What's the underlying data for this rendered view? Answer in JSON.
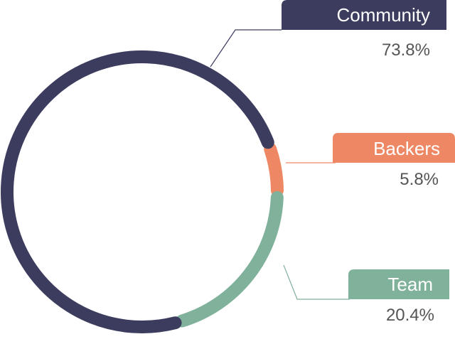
{
  "chart_data": {
    "type": "pie",
    "donut": true,
    "series": [
      {
        "name": "Community",
        "value": 73.8,
        "value_label": "73.8%",
        "color": "#3c3c5f"
      },
      {
        "name": "Backers",
        "value": 5.8,
        "value_label": "5.8%",
        "color": "#ee8763"
      },
      {
        "name": "Team",
        "value": 20.4,
        "value_label": "20.4%",
        "color": "#7fb19b"
      }
    ],
    "legend": "right, callout labels"
  }
}
